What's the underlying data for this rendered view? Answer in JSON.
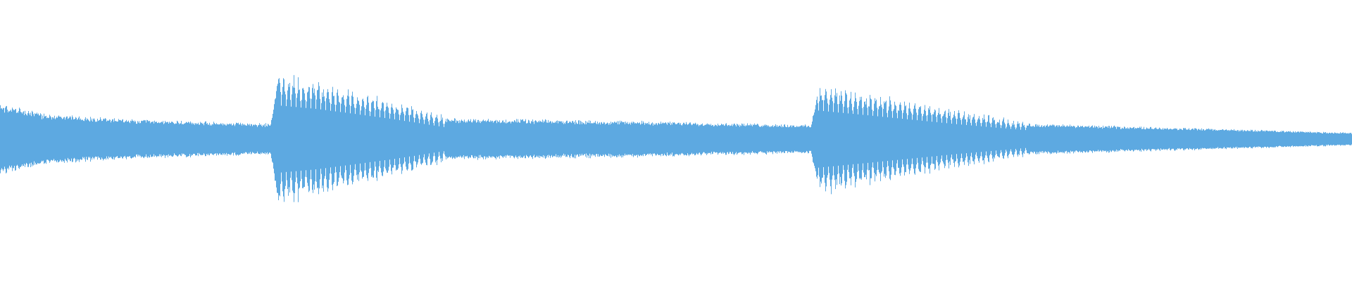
{
  "waveform": {
    "color": "#5DA9E1",
    "background": "#FFFFFF",
    "center_level": 0.0,
    "envelope_keyframes": [
      {
        "t": 0.0,
        "amp": 0.54
      },
      {
        "t": 0.03,
        "amp": 0.4
      },
      {
        "t": 0.1,
        "amp": 0.3
      },
      {
        "t": 0.2,
        "amp": 0.24
      },
      {
        "t": 0.205,
        "amp": 0.92
      },
      {
        "t": 0.235,
        "amp": 0.82
      },
      {
        "t": 0.29,
        "amp": 0.55
      },
      {
        "t": 0.33,
        "amp": 0.32
      },
      {
        "t": 0.47,
        "amp": 0.28
      },
      {
        "t": 0.6,
        "amp": 0.22
      },
      {
        "t": 0.605,
        "amp": 0.78
      },
      {
        "t": 0.65,
        "amp": 0.62
      },
      {
        "t": 0.71,
        "amp": 0.4
      },
      {
        "t": 0.76,
        "amp": 0.24
      },
      {
        "t": 0.9,
        "amp": 0.16
      },
      {
        "t": 1.0,
        "amp": 0.1
      }
    ],
    "transient_regions": [
      {
        "start": 0.205,
        "end": 0.33
      },
      {
        "start": 0.605,
        "end": 0.76
      }
    ]
  }
}
